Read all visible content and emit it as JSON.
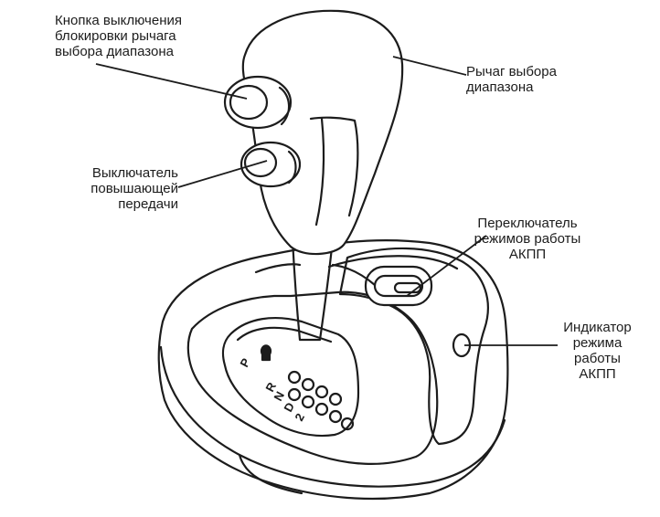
{
  "callouts": {
    "lock_button": "Кнопка выключения\nблокировки рычага\nвыбора диапазона",
    "lever": "Рычаг выбора\nдиапазона",
    "overdrive_switch": "Выключатель\nповышающей\nпередачи",
    "mode_switch": "Переключатель\nрежимов работы\nАКПП",
    "mode_indicator": "Индикатор\nрежима\nработы\nАКПП"
  },
  "gate": {
    "p": "P",
    "r": "R",
    "n": "N",
    "d": "D",
    "two": "2"
  }
}
